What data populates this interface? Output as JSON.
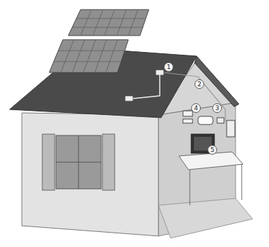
{
  "diagram": {
    "labels": [
      "1",
      "2",
      "4",
      "3",
      "5"
    ]
  }
}
